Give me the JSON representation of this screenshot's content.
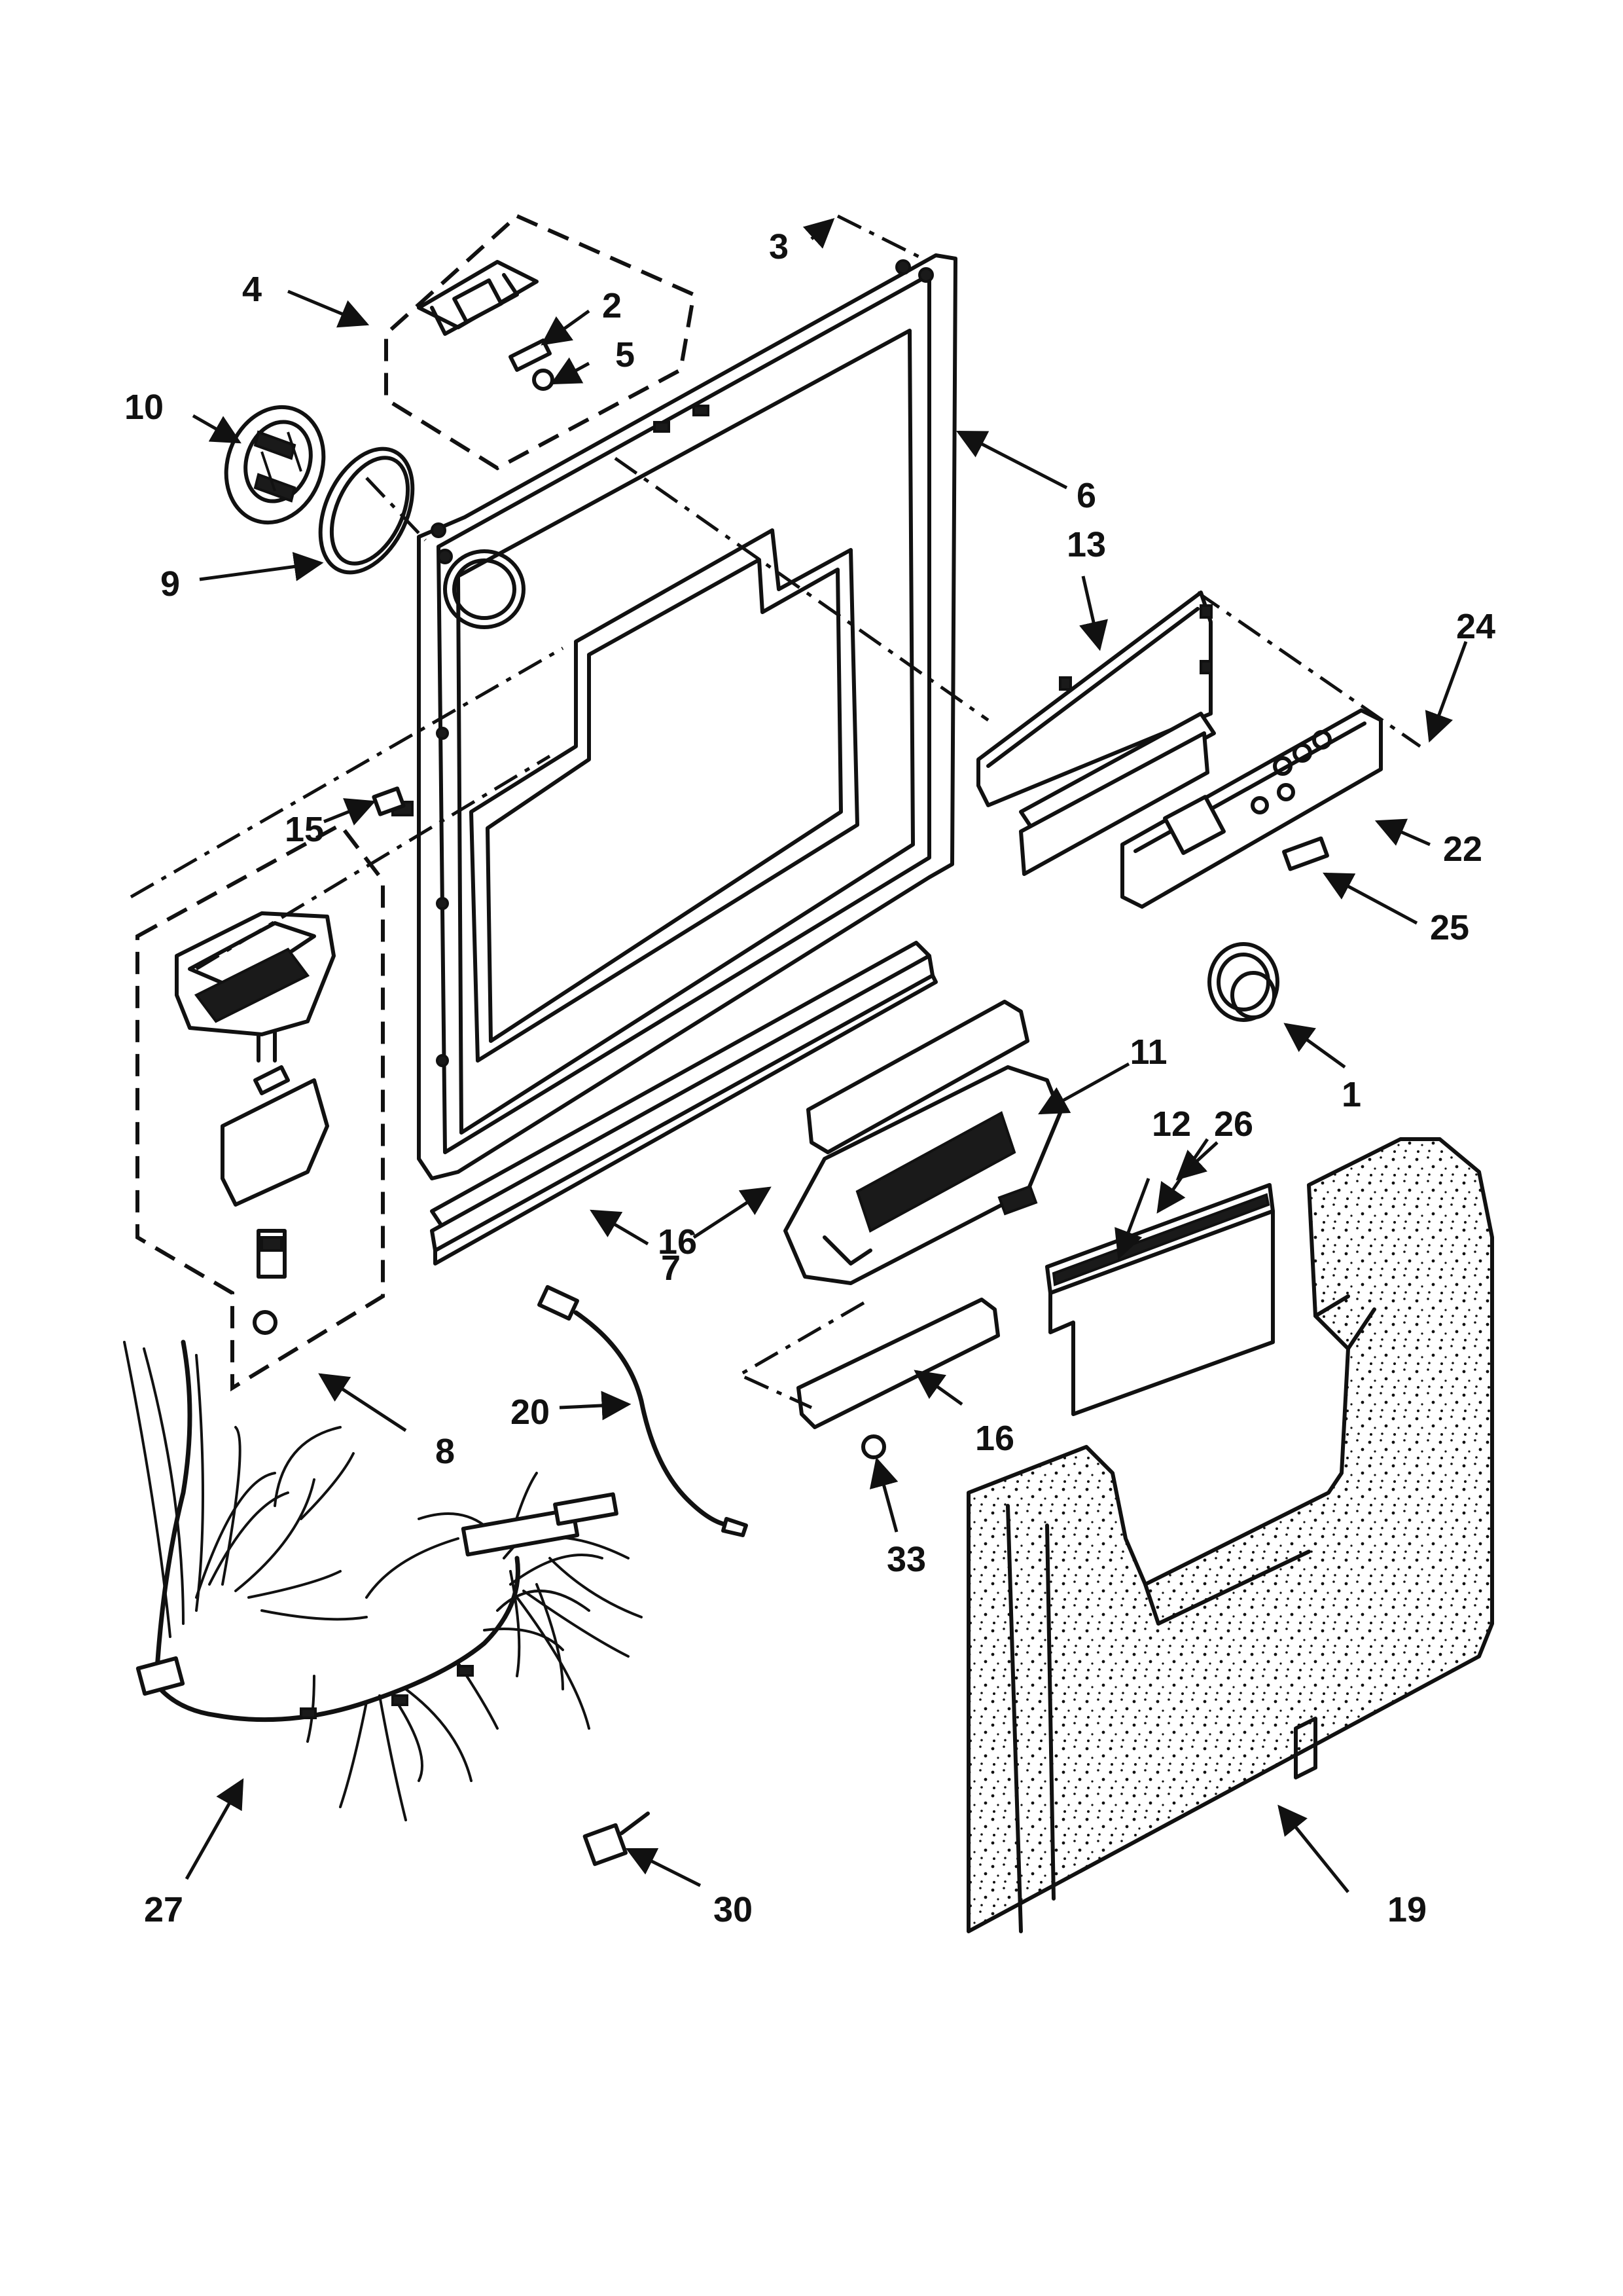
{
  "callouts": [
    {
      "id": "c1",
      "text": "1"
    },
    {
      "id": "c2",
      "text": "2"
    },
    {
      "id": "c3",
      "text": "3"
    },
    {
      "id": "c4",
      "text": "4"
    },
    {
      "id": "c5",
      "text": "5"
    },
    {
      "id": "c6",
      "text": "6"
    },
    {
      "id": "c7",
      "text": "7"
    },
    {
      "id": "c8",
      "text": "8"
    },
    {
      "id": "c9",
      "text": "9"
    },
    {
      "id": "c10",
      "text": "10"
    },
    {
      "id": "c11",
      "text": "11"
    },
    {
      "id": "c12",
      "text": "12"
    },
    {
      "id": "c13",
      "text": "13"
    },
    {
      "id": "c15",
      "text": "15"
    },
    {
      "id": "c16a",
      "text": "16"
    },
    {
      "id": "c16b",
      "text": "16"
    },
    {
      "id": "c19",
      "text": "19"
    },
    {
      "id": "c20",
      "text": "20"
    },
    {
      "id": "c22",
      "text": "22"
    },
    {
      "id": "c24",
      "text": "24"
    },
    {
      "id": "c25",
      "text": "25"
    },
    {
      "id": "c26",
      "text": "26"
    },
    {
      "id": "c27",
      "text": "27"
    },
    {
      "id": "c30",
      "text": "30"
    },
    {
      "id": "c33",
      "text": "33"
    }
  ]
}
